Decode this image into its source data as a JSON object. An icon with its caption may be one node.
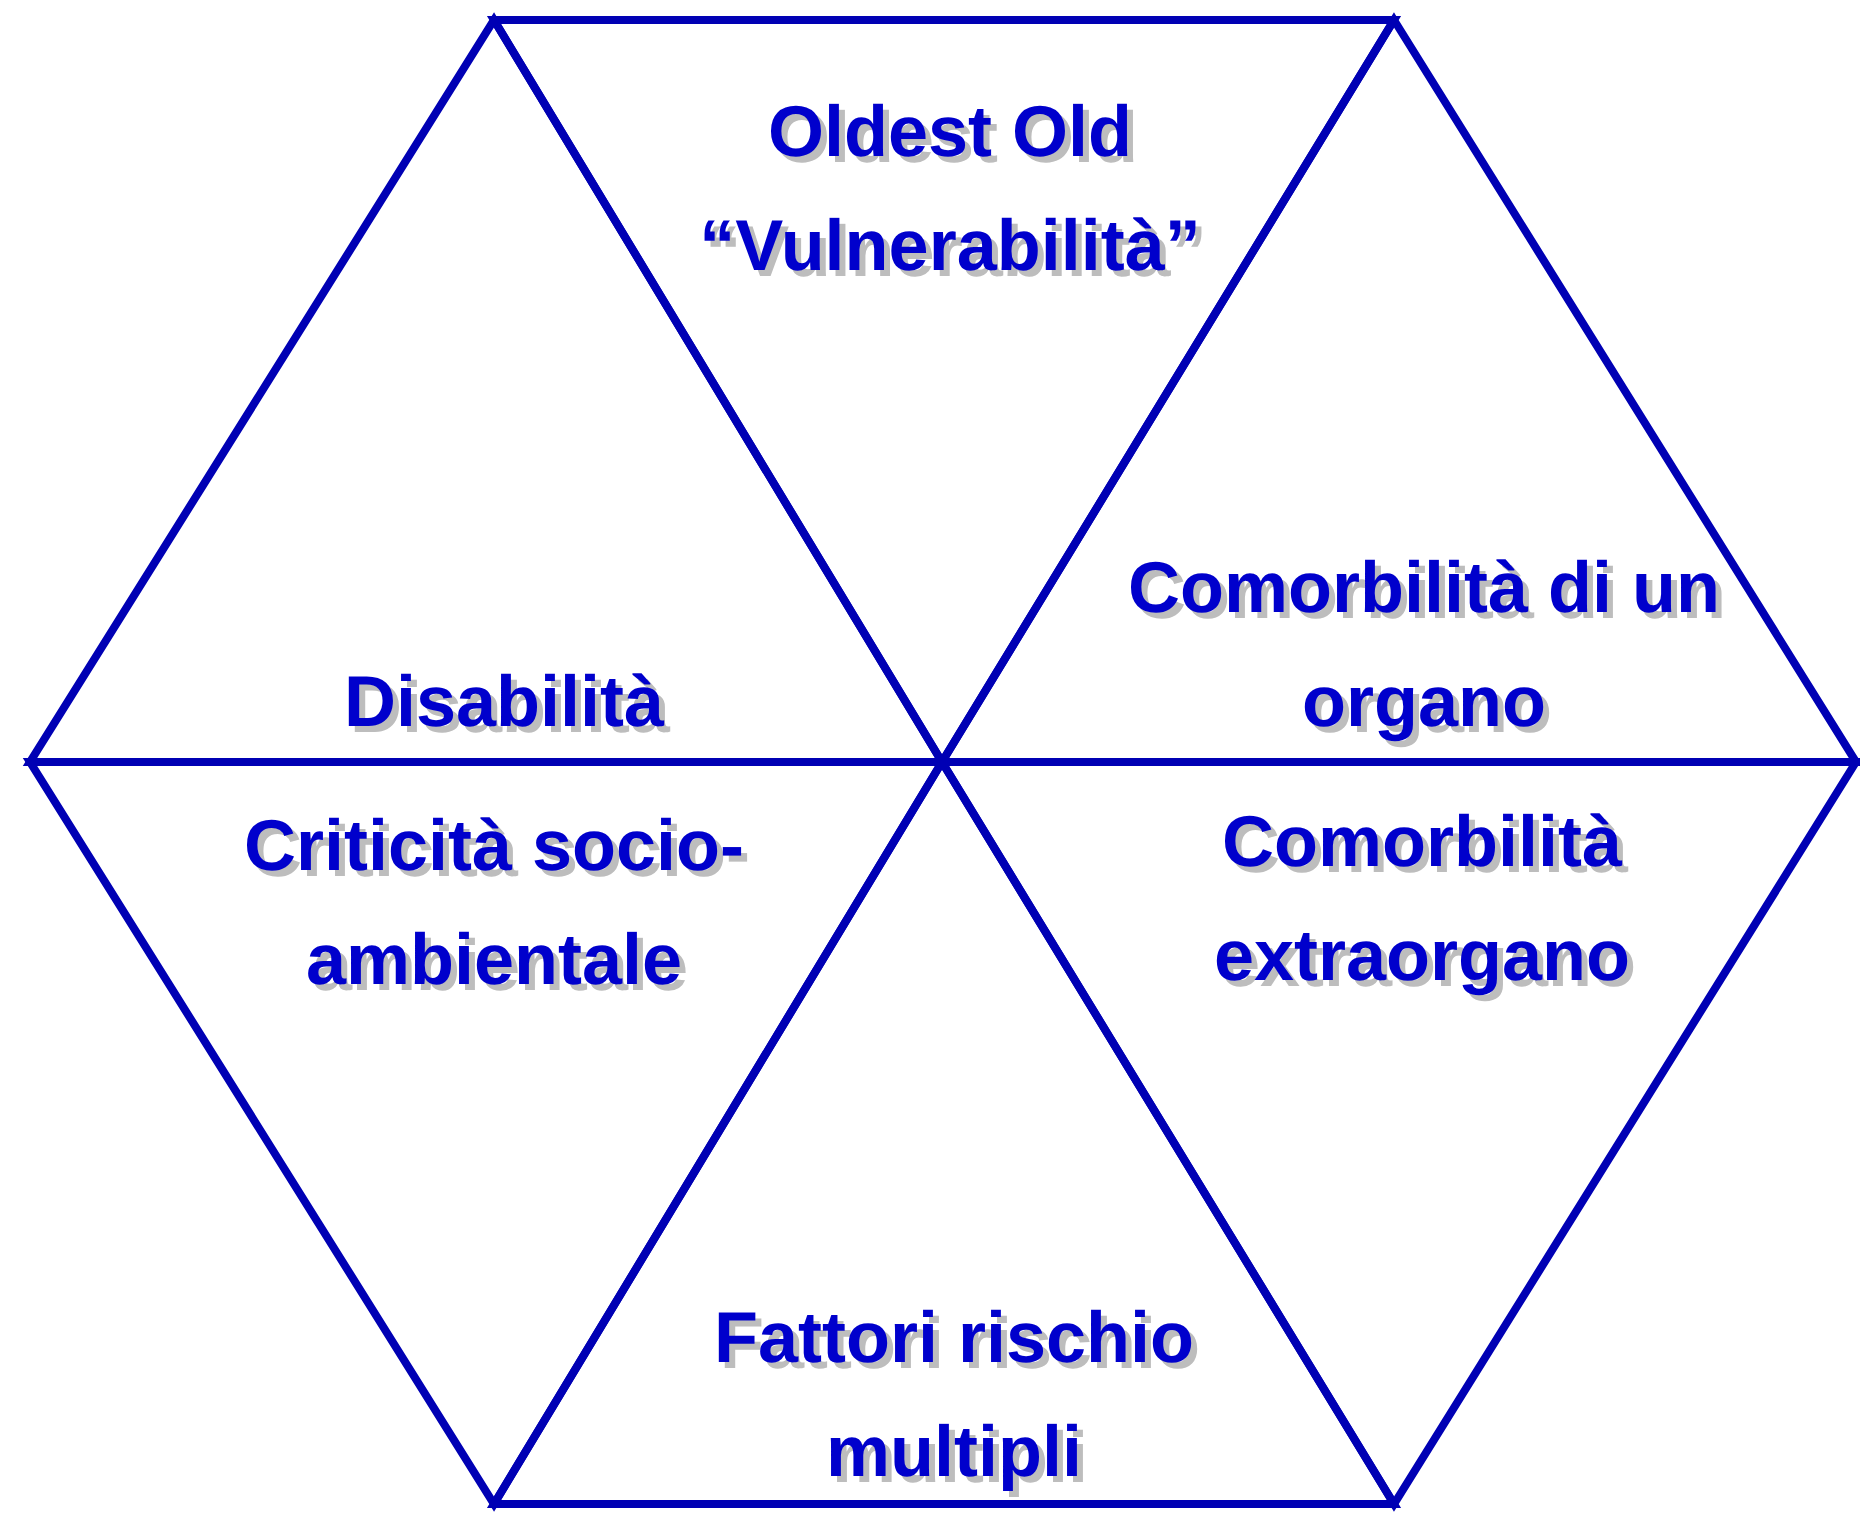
{
  "diagram": {
    "nodes": [
      {
        "text": [
          "Oldest Old “Vulnerabilità”"
        ]
      },
      {
        "text": [
          "Disabilità"
        ]
      },
      {
        "text": [
          "Comorbilità di un organo"
        ]
      },
      {
        "text": [
          "Criticità socio-ambientale"
        ]
      },
      {
        "text": [
          "Comorbilità extraorgano"
        ]
      },
      {
        "text": [
          "Fattori rischio multipli"
        ]
      }
    ]
  }
}
